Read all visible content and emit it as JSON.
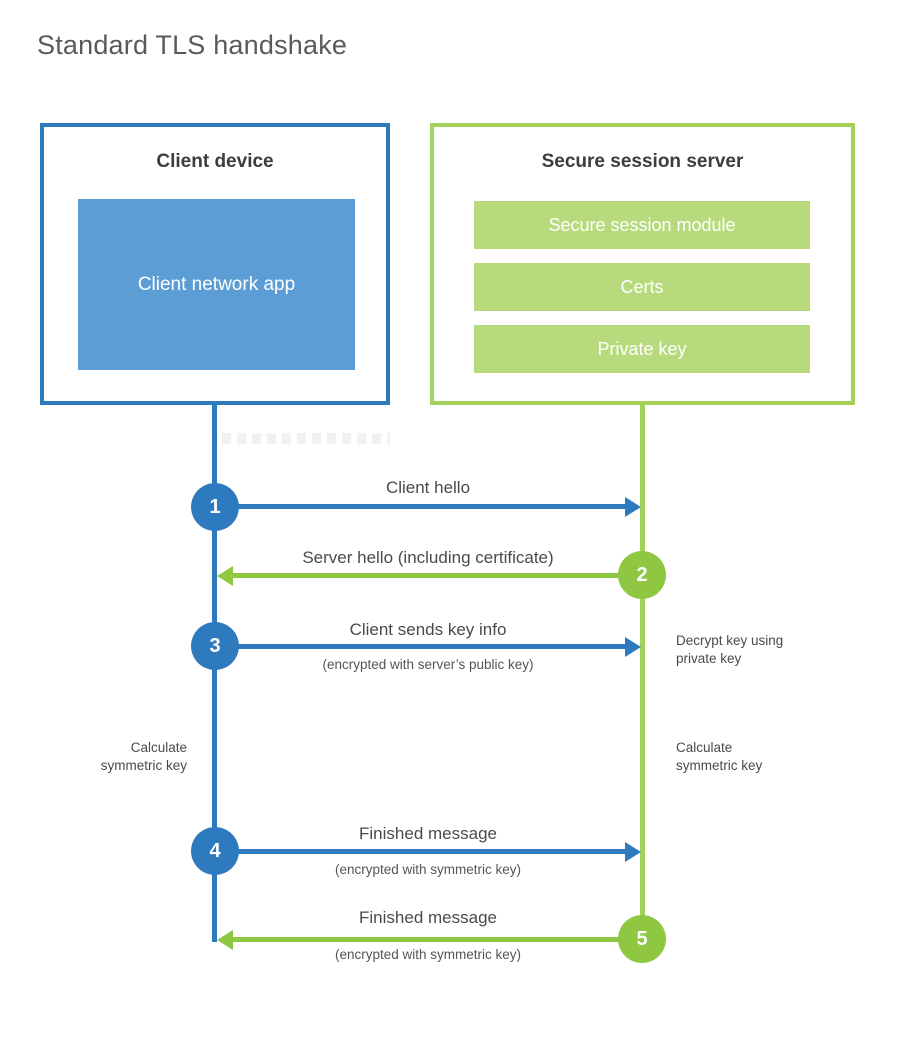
{
  "page": {
    "title": "Standard TLS handshake"
  },
  "colors": {
    "blue": "#2d7abf",
    "blue_fill": "#5d9dd5",
    "green": "#8fc642",
    "green_border": "#a3d159",
    "green_fill": "#b7da7d",
    "heading_text": "#3d3d3d",
    "label_text": "#4a4a4a"
  },
  "client": {
    "title": "Client device",
    "app_label": "Client network app"
  },
  "server": {
    "title": "Secure session server",
    "modules": [
      "Secure session module",
      "Certs",
      "Private key"
    ]
  },
  "messages": [
    {
      "num": "1",
      "label": "Client hello",
      "sublabel": "",
      "direction": "client-to-server",
      "color": "blue"
    },
    {
      "num": "2",
      "label": "Server hello (including certificate)",
      "sublabel": "",
      "direction": "server-to-client",
      "color": "green"
    },
    {
      "num": "3",
      "label": "Client sends key info",
      "sublabel": "(encrypted with server’s public key)",
      "direction": "client-to-server",
      "color": "blue"
    },
    {
      "num": "4",
      "label": "Finished message",
      "sublabel": "(encrypted with symmetric key)",
      "direction": "client-to-server",
      "color": "blue"
    },
    {
      "num": "5",
      "label": "Finished message",
      "sublabel": "(encrypted with symmetric key)",
      "direction": "server-to-client",
      "color": "green"
    }
  ],
  "notes": {
    "decrypt": "Decrypt key using private key",
    "calculate_left": "Calculate symmetric key",
    "calculate_right": "Calculate symmetric key"
  }
}
